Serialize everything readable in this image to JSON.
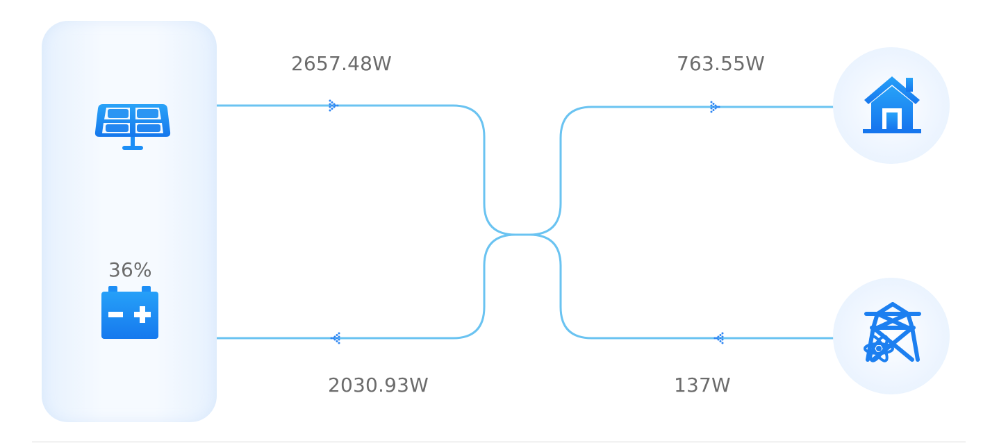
{
  "colors": {
    "flow_line": "#6ac3f1",
    "arrow": "#2e86f2",
    "icon_blue": "#1c8ef6",
    "label_gray": "#6b6b6b",
    "panel_bg": "#eef5fe"
  },
  "sources": {
    "solar": {
      "icon": "solar-panel-icon"
    },
    "battery": {
      "icon": "battery-icon",
      "soc_label": "36%"
    }
  },
  "flows": {
    "solar_to_hub": {
      "value": "2657.48W",
      "direction": "right"
    },
    "hub_to_home": {
      "value": "763.55W",
      "direction": "right"
    },
    "hub_to_battery": {
      "value": "2030.93W",
      "direction": "left"
    },
    "hub_to_grid": {
      "value": "137W",
      "direction": "left"
    }
  },
  "loads": {
    "home": {
      "icon": "house-icon"
    },
    "grid": {
      "icon": "power-tower-icon"
    }
  }
}
